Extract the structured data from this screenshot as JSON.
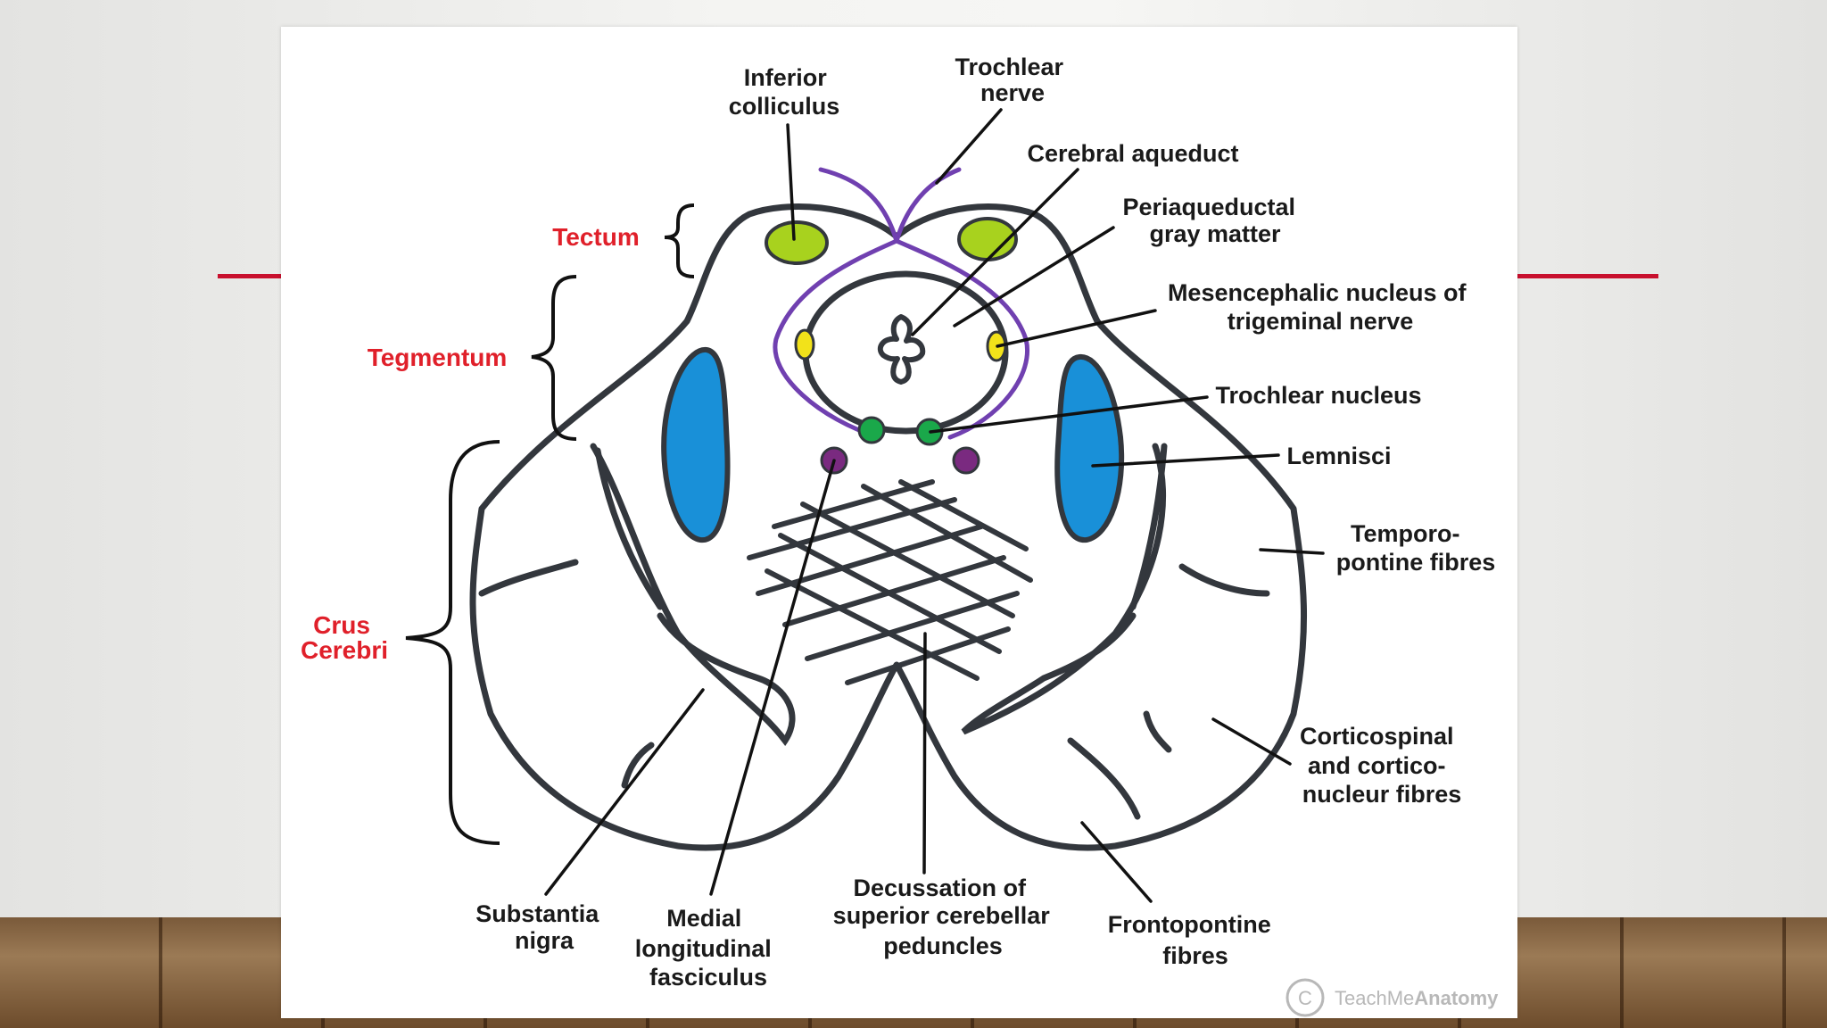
{
  "colors": {
    "accent": "#c8102e",
    "region_label": "#e0202a",
    "outline": "#33373d",
    "colliculus": "#a8d21e",
    "mesencephalic_nucleus": "#f2e21a",
    "trochlear_nucleus": "#1aa84a",
    "mlf": "#7a2a80",
    "trochlear_nerve": "#7040b0",
    "lemnisci": "#1990d8"
  },
  "regions": {
    "tectum": "Tectum",
    "tegmentum": "Tegmentum",
    "crus_line1": "Crus",
    "crus_line2": "Cerebri"
  },
  "labels": {
    "inferior_colliculus": [
      "Inferior",
      "colliculus"
    ],
    "trochlear_nerve": [
      "Trochlear",
      "nerve"
    ],
    "cerebral_aqueduct": "Cerebral aqueduct",
    "periaqueductal": [
      "Periaqueductal",
      "gray matter"
    ],
    "mesencephalic_nucleus": [
      "Mesencephalic nucleus of",
      "trigeminal nerve"
    ],
    "trochlear_nucleus": "Trochlear nucleus",
    "lemnisci": "Lemnisci",
    "temporopontine": [
      "Temporo-",
      "pontine fibres"
    ],
    "corticospinal": [
      "Corticospinal",
      "and cortico-",
      "nucleur fibres"
    ],
    "frontopontine": [
      "Frontopontine",
      "fibres"
    ],
    "decussation": [
      "Decussation of",
      "superior cerebellar",
      "peduncles"
    ],
    "mlf": [
      "Medial",
      "longitudinal",
      "fasciculus"
    ],
    "substantia_nigra": [
      "Substantia",
      "nigra"
    ]
  },
  "watermark": {
    "prefix": "TeachMe",
    "brand": "Anatomy",
    "symbol": "C"
  }
}
